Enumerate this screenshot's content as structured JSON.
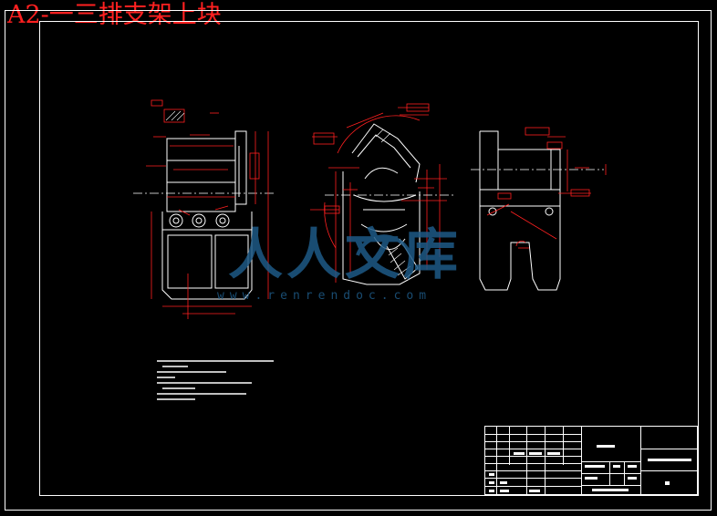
{
  "sheet": {
    "title": "A2-一三排支架上块",
    "watermark": {
      "text": "人人文库",
      "url": "www.renrendoc.com"
    }
  },
  "colors": {
    "background": "#000000",
    "frame": "#ffffff",
    "outline": "#ffffff",
    "dimension": "#ff2020",
    "centerline": "#ffffff",
    "watermark": "#1e5a86"
  }
}
